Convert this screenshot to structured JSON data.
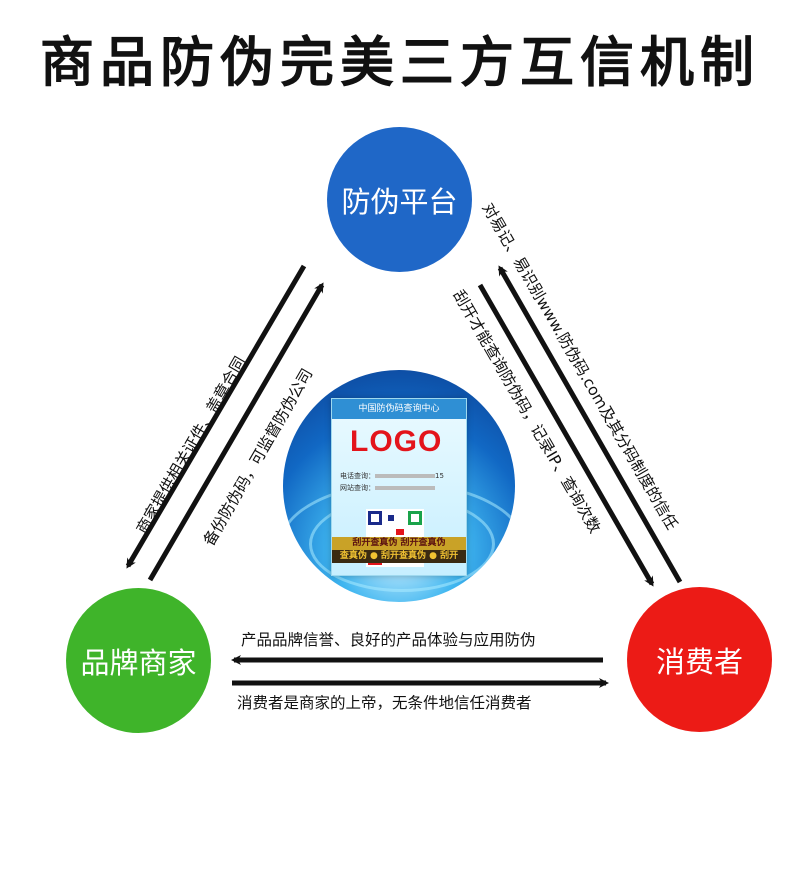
{
  "title": "商品防伪完美三方互信机制",
  "nodes": {
    "platform": "防伪平台",
    "brand": "品牌商家",
    "consumer": "消费者"
  },
  "edges": {
    "brand_to_platform_1": "商家提供相关证件、盖章合同",
    "brand_to_platform_2": "备份防伪码，可监督防伪公司",
    "consumer_platform_1": "对易记、易识别www.防伪码.com及其分码制度的信任",
    "consumer_platform_2": "刮开才能查询防伪码，记录IP、查询次数",
    "brand_consumer_1": "产品品牌信誉、良好的产品体验与应用防伪",
    "brand_consumer_2": "消费者是商家的上帝，无条件地信任消费者"
  },
  "center_label": {
    "header": "中国防伪码查询中心",
    "logo": "LOGO",
    "line1": "电话查询：",
    "line1_tail": "15",
    "line2": "网站查询：",
    "strip1": "刮开查真伪 刮开查真伪",
    "strip2": "查真伪 ● 刮开查真伪 ● 刮开"
  },
  "colors": {
    "platform": "#1f67c7",
    "brand": "#3fb42a",
    "consumer": "#ec1b16",
    "arrow": "#111111"
  }
}
